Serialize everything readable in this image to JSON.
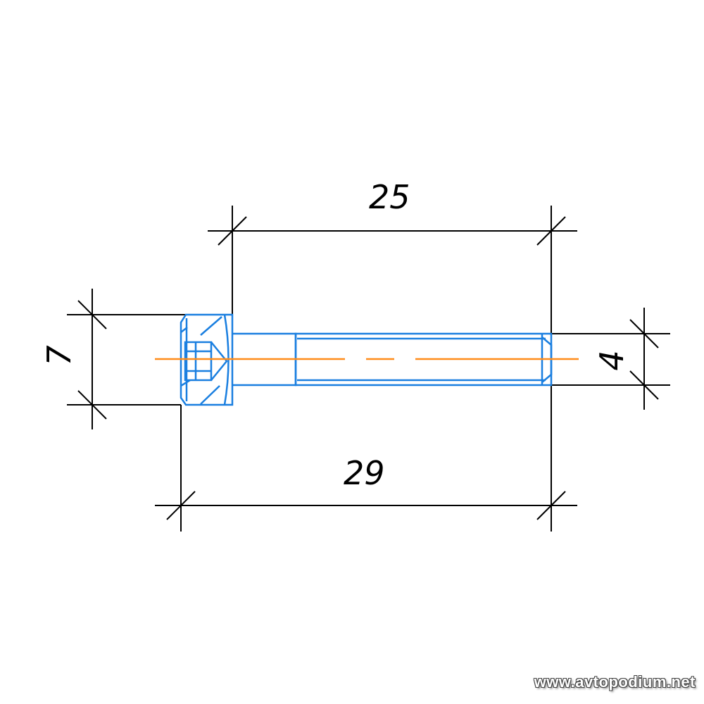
{
  "dimensions": {
    "thread_length": "25",
    "total_length": "29",
    "head_diameter": "7",
    "thread_diameter": "4"
  },
  "colors": {
    "outline": "#1a7fe0",
    "centerline": "#ff8c1a",
    "dimension_lines": "#000000"
  },
  "watermark": "www.avtopodium.net"
}
